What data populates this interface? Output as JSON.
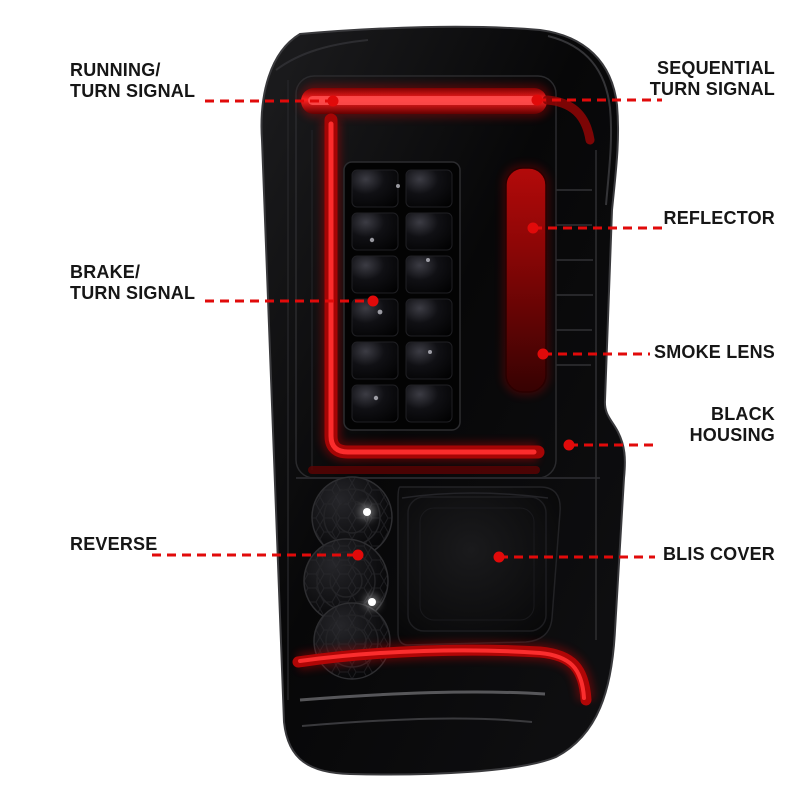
{
  "diagram": {
    "subject": "Tail light assembly callout diagram",
    "callouts": {
      "running_turn": {
        "label": "RUNNING/\nTURN SIGNAL",
        "side": "left"
      },
      "brake_turn": {
        "label": "BRAKE/\nTURN SIGNAL",
        "side": "left"
      },
      "reverse": {
        "label": "REVERSE",
        "side": "left"
      },
      "sequential_turn": {
        "label": "SEQUENTIAL\nTURN SIGNAL",
        "side": "right"
      },
      "reflector": {
        "label": "REFLECTOR",
        "side": "right"
      },
      "smoke_lens": {
        "label": "SMOKE LENS",
        "side": "right"
      },
      "black_housing": {
        "label": "BLACK\nHOUSING",
        "side": "right"
      },
      "blis_cover": {
        "label": "BLIS COVER",
        "side": "right"
      }
    },
    "colors": {
      "callout_red": "#e10a0a",
      "background": "#ffffff",
      "housing_black": "#0a0a0a",
      "light_bar_red": "#d90f0f"
    }
  }
}
